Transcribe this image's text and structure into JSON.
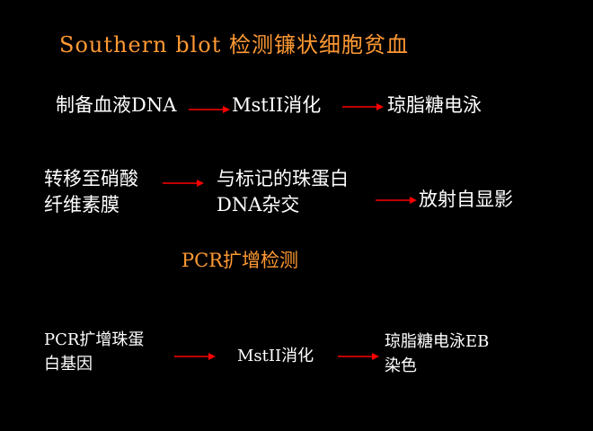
{
  "title": "Southern blot   检测镰状细胞贫血",
  "southern": {
    "step1": "制备血液DNA",
    "step2": "MstII消化",
    "step3": "琼脂糖电泳",
    "step4_line1": "转移至硝酸",
    "step4_line2": "纤维素膜",
    "step5_line1": "与标记的珠蛋白",
    "step5_line2": "DNA杂交",
    "step6": "放射自显影"
  },
  "pcr": {
    "title": "PCR扩增检测",
    "step1_line1": "PCR扩增珠蛋",
    "step1_line2": "白基因",
    "step2": "MstII消化",
    "step3_line1": "琼脂糖电泳EB",
    "step3_line2": "染色"
  },
  "colors": {
    "background": "#000000",
    "accent": "#ff9933",
    "arrow": "#ff0000",
    "text": "#ffffff"
  }
}
